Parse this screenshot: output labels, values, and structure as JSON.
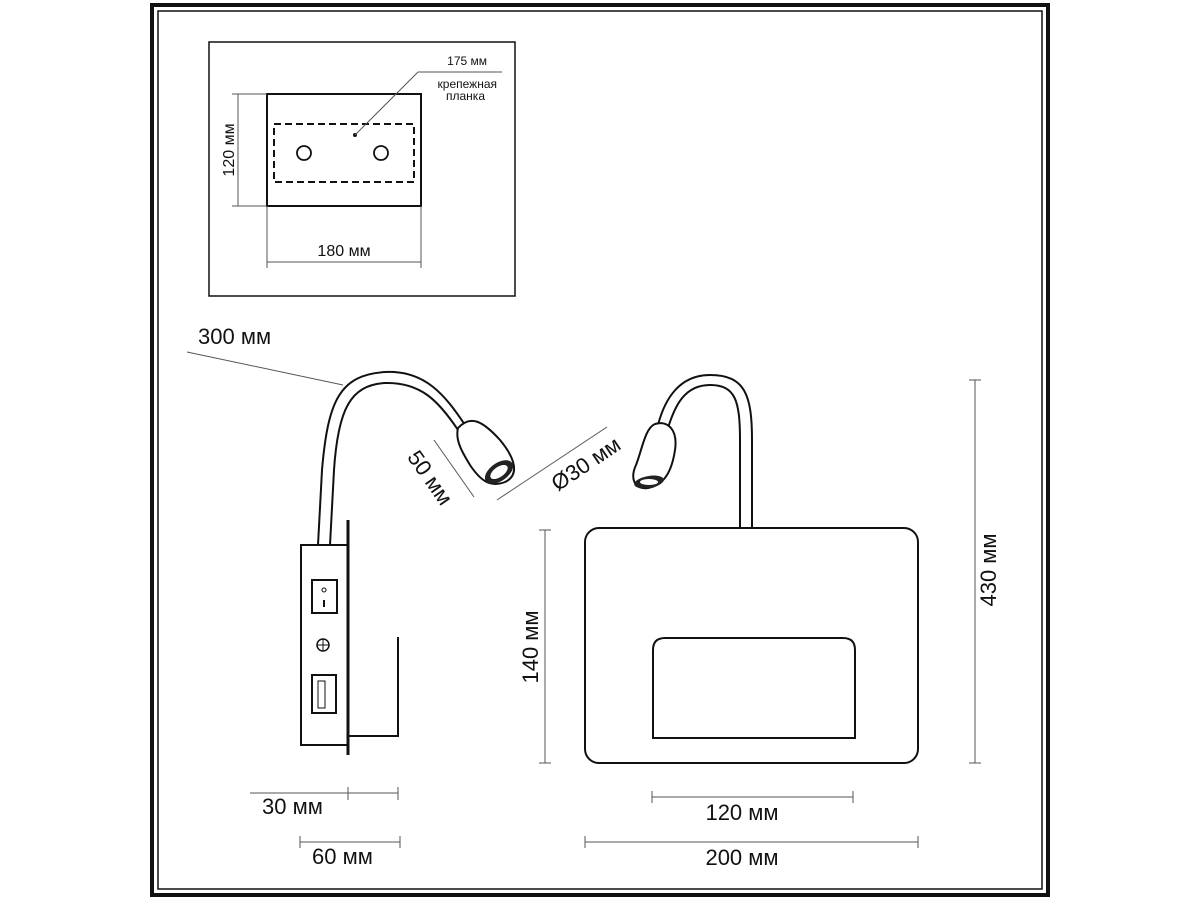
{
  "inset": {
    "plate_length": "175 мм",
    "plate_label_line1": "крепежная",
    "plate_label_line2": "планка",
    "height": "120 мм",
    "width": "180 мм"
  },
  "side_view": {
    "gooseneck_length": "300 мм",
    "head_length": "50 мм",
    "head_diameter": "Ø30 мм",
    "depth_base": "30 мм",
    "depth_total": "60 мм"
  },
  "front_view": {
    "body_height": "140 мм",
    "total_height": "430 мм",
    "window_width": "120 мм",
    "body_width": "200 мм"
  }
}
